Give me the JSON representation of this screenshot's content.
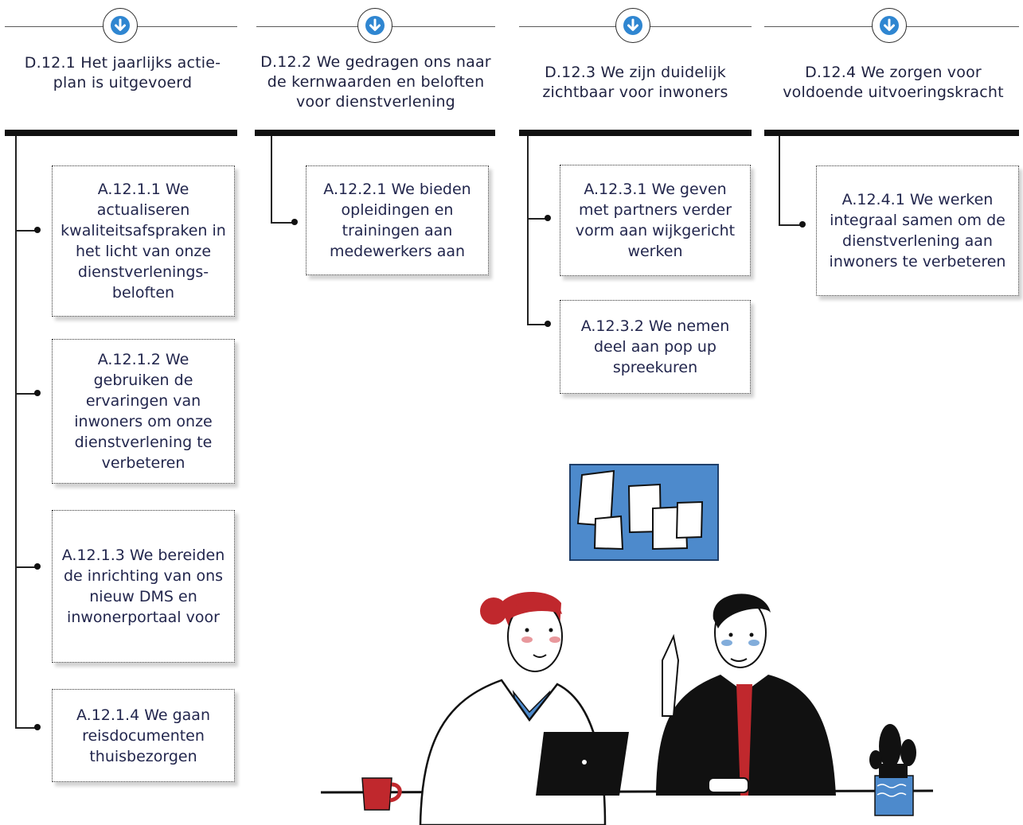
{
  "columns": [
    {
      "title": "D.12.1 Het jaarlijks actie-plan is uitgevoerd",
      "items": [
        "A.12.1.1  We actualiseren kwaliteitsafspraken in het licht van onze dienstverlenings-beloften",
        "A.12.1.2 We gebruiken de ervaringen van inwoners om onze dienstverlening te verbeteren",
        "A.12.1.3 We bereiden de inrichting van ons nieuw DMS en inwonerportaal voor",
        "A.12.1.4 We gaan reisdocumenten thuisbezorgen"
      ]
    },
    {
      "title": "D.12.2 We gedragen ons naar de kernwaarden en beloften voor dienstverlening",
      "items": [
        "A.12.2.1 We bieden opleidingen en trainingen aan medewerkers aan"
      ]
    },
    {
      "title": "D.12.3 We zijn duidelijk zichtbaar voor inwoners",
      "items": [
        "A.12.3.1 We geven met partners verder vorm aan wijkgericht werken",
        "A.12.3.2 We nemen deel aan pop up spreekuren"
      ]
    },
    {
      "title": "D.12.4 We zorgen voor voldoende uitvoeringskracht",
      "items": [
        "A.12.4.1 We werken integraal samen om de dienstverlening aan inwoners te verbeteren"
      ]
    }
  ],
  "icons": {
    "header": "arrow-down-circle-icon"
  },
  "colors": {
    "accent": "#2f86d1",
    "text": "#22264d",
    "bar": "#111111",
    "board": "#4d8acc",
    "red": "#c0282d"
  }
}
